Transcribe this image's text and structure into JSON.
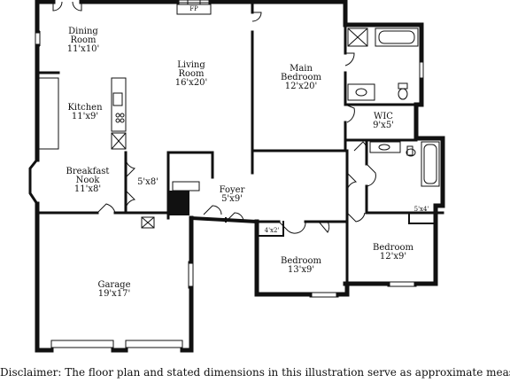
{
  "rooms": {
    "dining": {
      "name": "Dining Room",
      "name_line1": "Dining",
      "name_line2": "Room",
      "dims": "11'x10'"
    },
    "living": {
      "name_line1": "Living",
      "name_line2": "Room",
      "dims": "16'x20'"
    },
    "main_bedroom": {
      "name_line1": "Main",
      "name_line2": "Bedroom",
      "dims": "12'x20'"
    },
    "kitchen": {
      "name": "Kitchen",
      "dims": "11'x9'"
    },
    "wic": {
      "name": "WIC",
      "dims": "9'x5'"
    },
    "breakfast_nook": {
      "name_line1": "Breakfast",
      "name_line2": "Nook",
      "dims": "11'x8'"
    },
    "utility": {
      "dims": "5'x8'"
    },
    "foyer": {
      "name": "Foyer",
      "dims": "5'x9'"
    },
    "closet_a": {
      "dims": "4'x2'"
    },
    "closet_b": {
      "dims": "5'x4'"
    },
    "bedroom_2": {
      "name": "Bedroom",
      "dims": "13'x9'"
    },
    "bedroom_3": {
      "name": "Bedroom",
      "dims": "12'x9'"
    },
    "garage": {
      "name": "Garage",
      "dims": "19'x17'"
    }
  },
  "fireplace_label": "FP",
  "disclaimer": "Disclaimer: The floor plan and stated dimensions in this illustration serve as approximate measurements"
}
